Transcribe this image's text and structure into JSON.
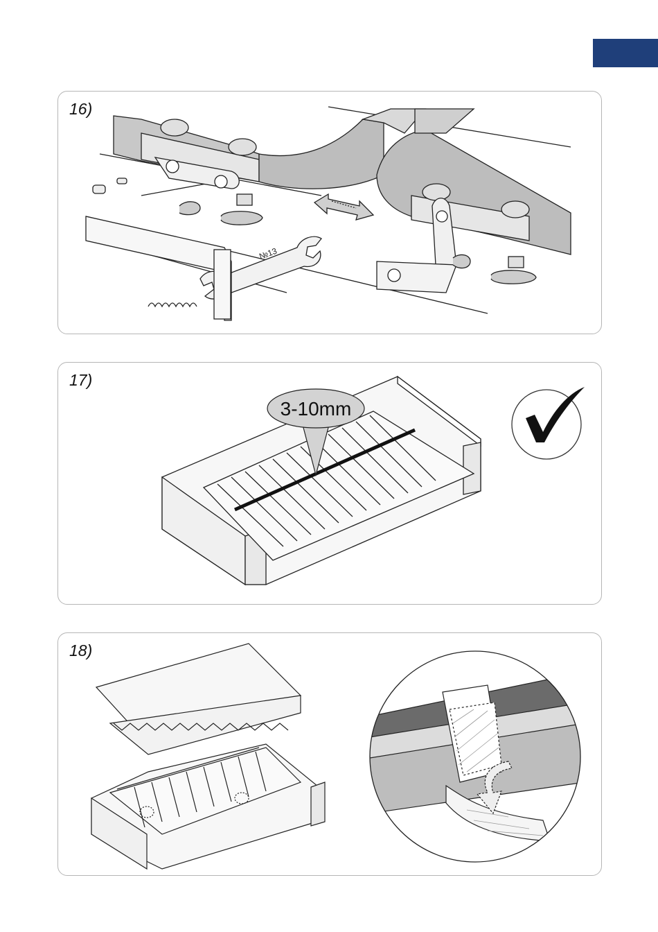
{
  "header": {
    "tab_color": "#1f3f7a"
  },
  "steps": [
    {
      "number": "16)",
      "wrench_label": "№13"
    },
    {
      "number": "17)",
      "gap_label": "3-10mm",
      "check_icon": "checkmark-icon"
    },
    {
      "number": "18)"
    }
  ]
}
